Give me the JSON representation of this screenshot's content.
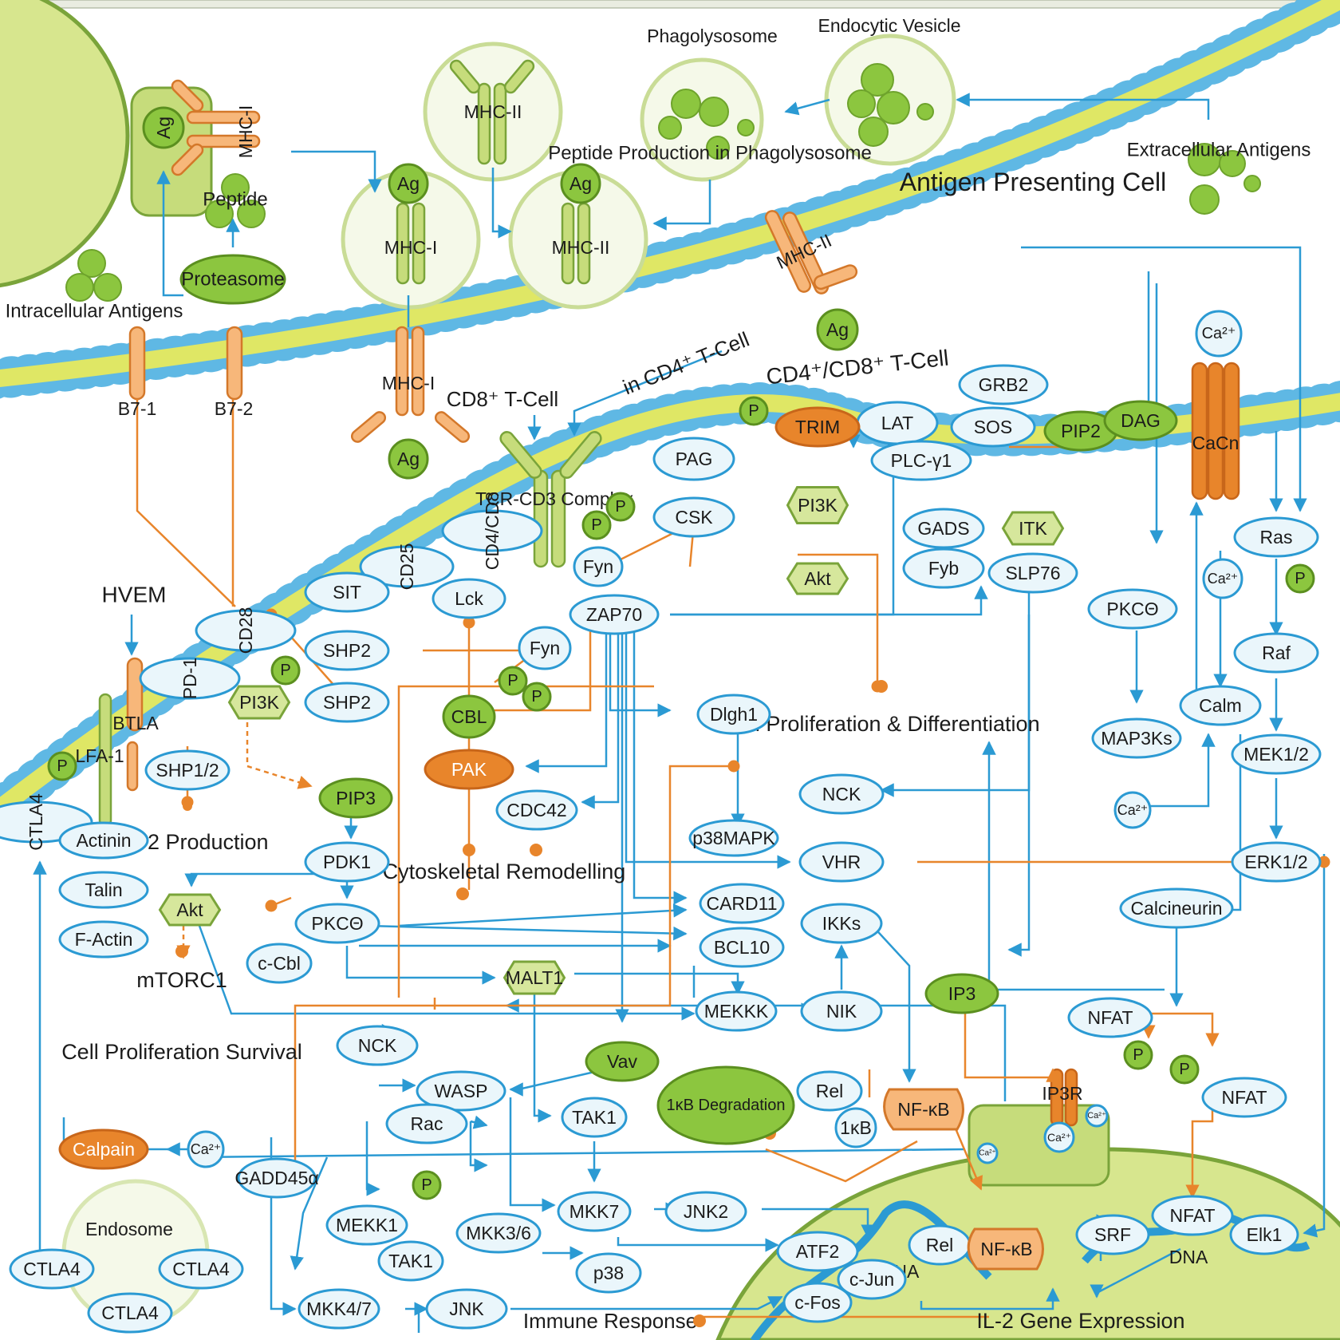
{
  "labels": {
    "phagolysosome": "Phagolysosome",
    "endocytic": "Endocytic Vesicle",
    "extracellular": "Extracellular Antigens",
    "apc": "Antigen Presenting Cell",
    "peptide_prod": "Peptide Production in Phagolysosome",
    "intracellular": "Intracellular Antigens",
    "peptide": "Peptide",
    "proteasome": "Proteasome",
    "cd8tcell": "CD8⁺ T-Cell",
    "incd4": "in CD4⁺ T-Cell",
    "cd4cd8": "CD4⁺/CD8⁺ T-Cell",
    "tcr": "TCR-CD3 Complex",
    "cellprolif": "Cell Proliferation & Differentiation",
    "il2prod": "IL-2 Production",
    "cytoskel": "Cytoskeletal Remodelling",
    "mtorc1": "mTORC1",
    "cellsurv": "Cell Proliferation Survival",
    "immune": "Immune Response",
    "il2gene": "IL-2 Gene Expression",
    "endosome": "Endosome",
    "dna": "DNA",
    "ikb_deg": "1κB Degradation"
  },
  "nodes": {
    "ag": "Ag",
    "mhc1": "MHC-I",
    "mhc2": "MHC-II",
    "b71": "B7-1",
    "b72": "B7-2",
    "hvem": "HVEM",
    "btla": "BTLA",
    "lfa1": "LFA-1",
    "ctla4": "CTLA4",
    "pd1": "PD-1",
    "cd28": "CD28",
    "pi3k": "PI3K",
    "shp12": "SHP1/2",
    "sit": "SIT",
    "shp2": "SHP2",
    "cd25": "CD25",
    "cd4cd8": "CD4/CD8",
    "lck": "Lck",
    "fyn": "Fyn",
    "zap70": "ZAP70",
    "cbl": "CBL",
    "pag": "PAG",
    "csk": "CSK",
    "trim": "TRIM",
    "akt": "Akt",
    "lat": "LAT",
    "sos": "SOS",
    "grb2": "GRB2",
    "plcg1": "PLC-γ1",
    "gads": "GADS",
    "itk": "ITK",
    "fyb": "Fyb",
    "slp76": "SLP76",
    "pip2": "PIP2",
    "dag": "DAG",
    "cacn": "CaCn",
    "ca": "Ca²⁺",
    "ras": "Ras",
    "raf": "Raf",
    "mek12": "MEK1/2",
    "erk12": "ERK1/2",
    "pkct": "PKCΘ",
    "map3ks": "MAP3Ks",
    "calm": "Calm",
    "calcineurin": "Calcineurin",
    "nfat": "NFAT",
    "ip3": "IP3",
    "ip3r": "IP3R",
    "dlgh1": "Dlgh1",
    "p38mapk": "p38MAPK",
    "nck": "NCK",
    "vhr": "VHR",
    "pak": "PAK",
    "cdc42": "CDC42",
    "pip3": "PIP3",
    "pdk1": "PDK1",
    "card11": "CARD11",
    "bcl10": "BCL10",
    "ikks": "IKKs",
    "malt1": "MALT1",
    "mekkk": "MEKKK",
    "nik": "NIK",
    "ccbl": "c-Cbl",
    "actinin": "Actinin",
    "talin": "Talin",
    "factin": "F-Actin",
    "vav": "Vav",
    "wasp": "WASP",
    "rac": "Rac",
    "tak1": "TAK1",
    "rel": "Rel",
    "ikb": "1κB",
    "nfkb": "NF-κB",
    "calpain": "Calpain",
    "gadd45": "GADD45α",
    "mekk1": "MEKK1",
    "mkk36": "MKK3/6",
    "mkk7": "MKK7",
    "jnk2": "JNK2",
    "p38": "p38",
    "mkk47": "MKK4/7",
    "jnk": "JNK",
    "atf2": "ATF2",
    "cjun": "c-Jun",
    "cfos": "c-Fos",
    "srf": "SRF",
    "elk1": "Elk1",
    "p": "P"
  },
  "colors": {
    "blue": "#2b9ad3",
    "orange": "#e8852b",
    "green": "#8cc63f",
    "lightgreen": "#d6e79c",
    "membrane": "#5fb8e4"
  }
}
